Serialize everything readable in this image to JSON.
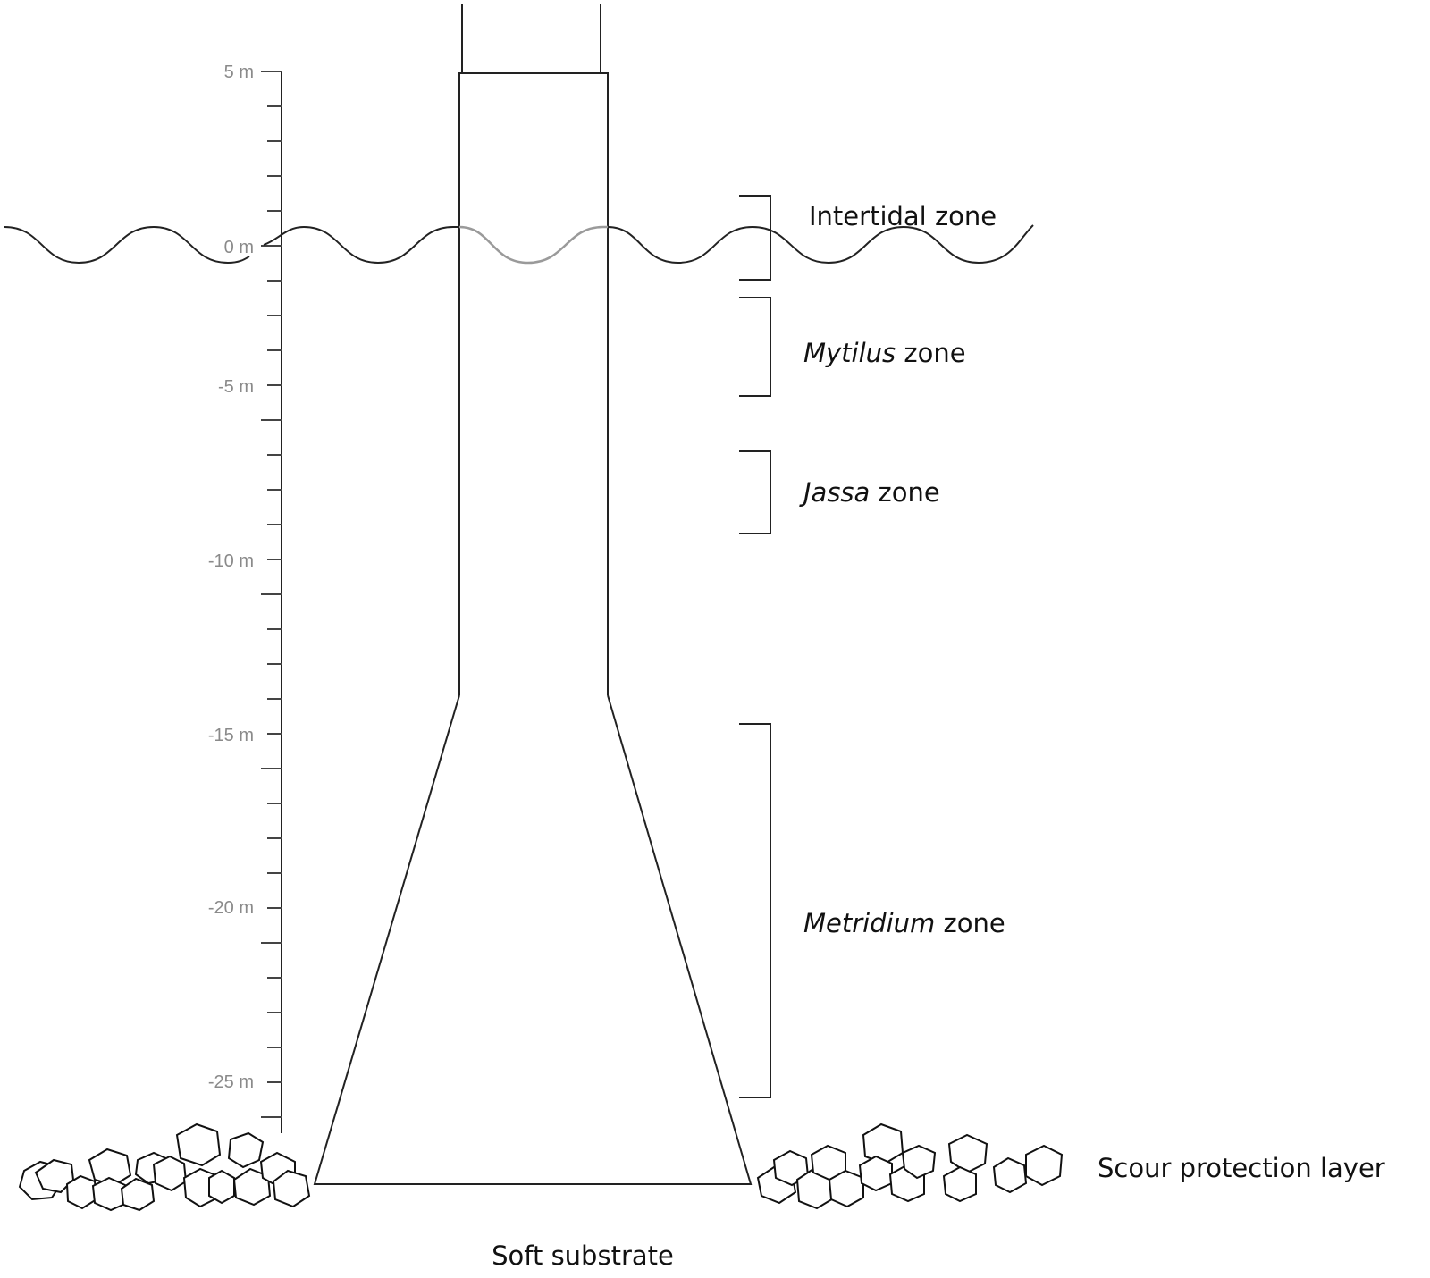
{
  "depth_axis": {
    "ticks": [
      {
        "value": 5,
        "label": "5 m"
      },
      {
        "value": 0,
        "label": "0 m"
      },
      {
        "value": -5,
        "label": "-5 m"
      },
      {
        "value": -10,
        "label": "-10 m"
      },
      {
        "value": -15,
        "label": "-15 m"
      },
      {
        "value": -20,
        "label": "-20 m"
      },
      {
        "value": -25,
        "label": "-25 m"
      }
    ]
  },
  "zones": {
    "intertidal": {
      "prefix": "",
      "italic": "",
      "suffix": "Intertidal zone"
    },
    "mytilus": {
      "prefix": "",
      "italic": "Mytilus",
      "suffix": " zone"
    },
    "jassa": {
      "prefix": "",
      "italic": "Jassa",
      "suffix": " zone"
    },
    "metridium": {
      "prefix": "",
      "italic": "Metridium",
      "suffix": " zone"
    }
  },
  "labels": {
    "scour": "Scour protection layer",
    "substrate": "Soft substrate"
  }
}
